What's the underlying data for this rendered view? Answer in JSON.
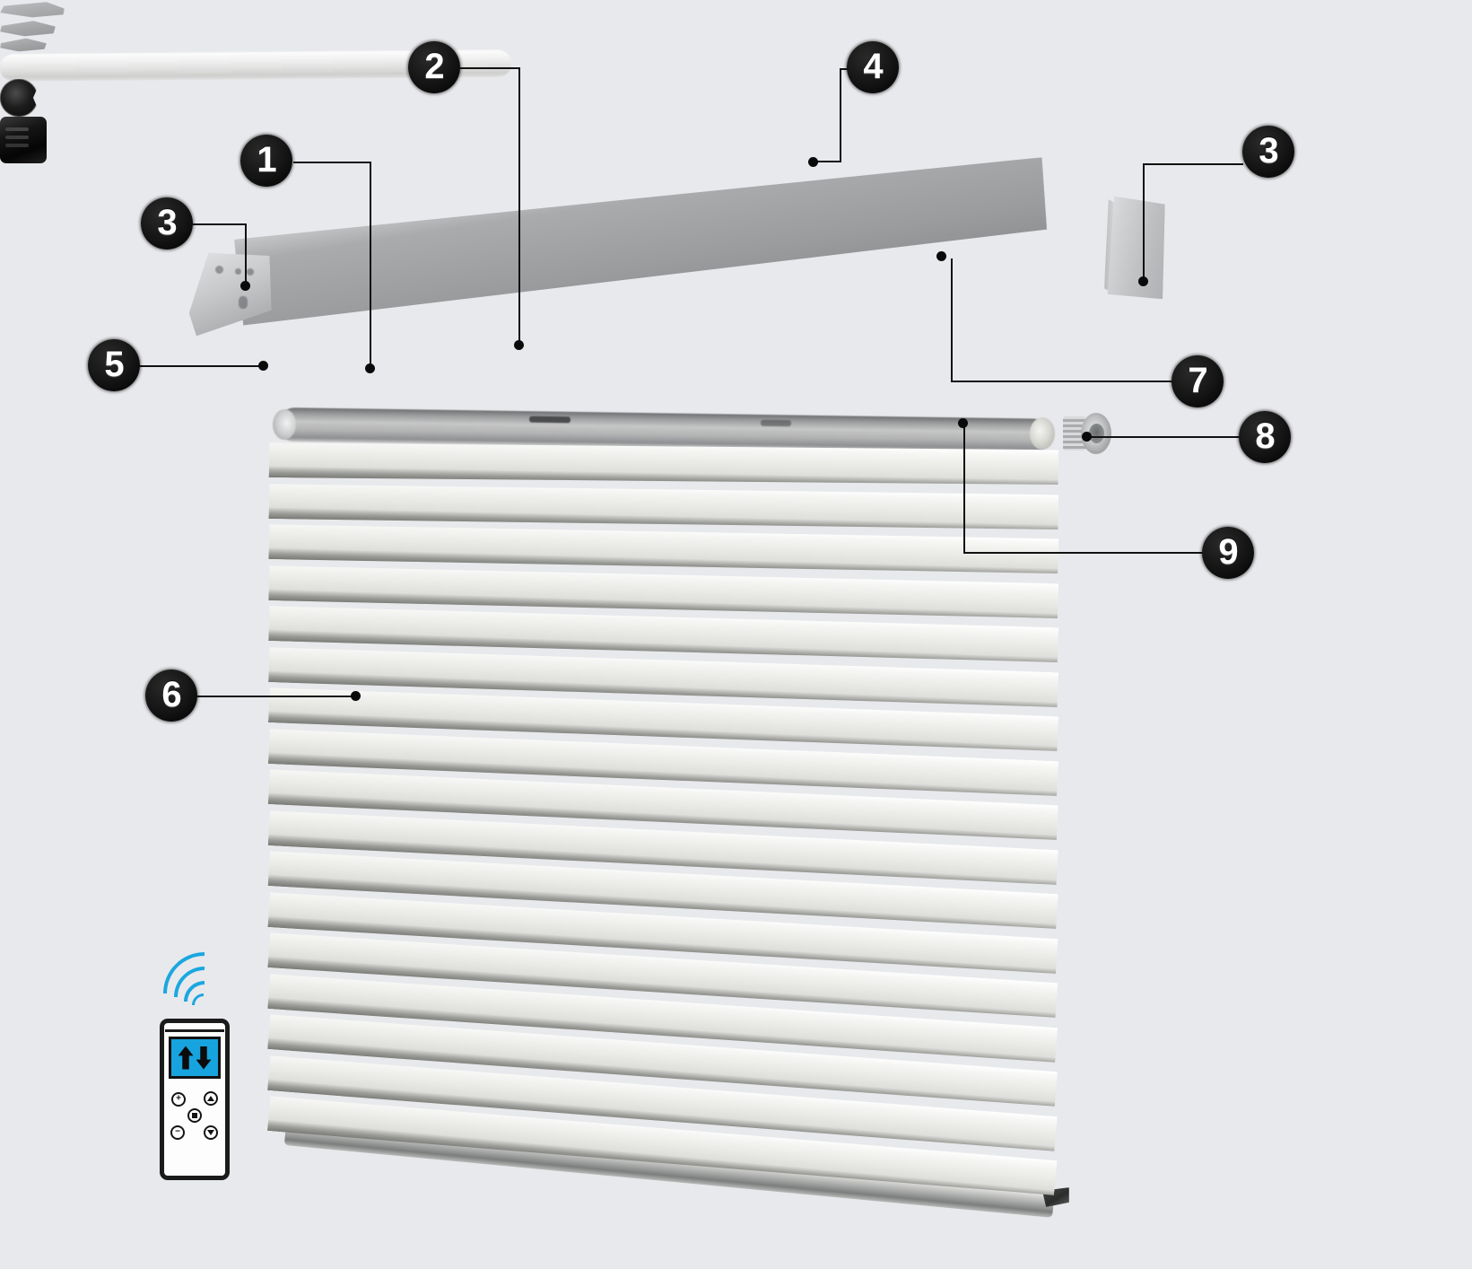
{
  "diagram": {
    "title": "Motorised pleated blind exploded parts diagram",
    "background_color": "#e8e9ec",
    "accent_color": "#17a3dd",
    "marker_color": "#000000"
  },
  "callouts": [
    {
      "id": "callout-1",
      "label": "1",
      "target": "roller-tube"
    },
    {
      "id": "callout-2",
      "label": "2",
      "target": "motor-clip"
    },
    {
      "id": "callout-3-left",
      "label": "3",
      "target": "headrail-endcap-left"
    },
    {
      "id": "callout-3-right",
      "label": "3",
      "target": "headrail-cap-right"
    },
    {
      "id": "callout-4",
      "label": "4",
      "target": "mounting-bracket"
    },
    {
      "id": "callout-5",
      "label": "5",
      "target": "tube-endcap-left"
    },
    {
      "id": "callout-6",
      "label": "6",
      "target": "pleated-fabric"
    },
    {
      "id": "callout-7",
      "label": "7",
      "target": "headrail-body"
    },
    {
      "id": "callout-8",
      "label": "8",
      "target": "end-wheel"
    },
    {
      "id": "callout-9",
      "label": "9",
      "target": "blind-top-rail"
    }
  ],
  "remote": {
    "name": "wireless-remote-control",
    "screen_color": "#17a3dd",
    "screen_icons": [
      "arrow-up",
      "arrow-down"
    ],
    "buttons": [
      {
        "id": "rb-plus",
        "glyph": "+",
        "name": "plus-button"
      },
      {
        "id": "rb-up",
        "glyph": "▲",
        "name": "up-button"
      },
      {
        "id": "rb-stop",
        "glyph": "■",
        "name": "stop-button"
      },
      {
        "id": "rb-minus",
        "glyph": "−",
        "name": "minus-button"
      },
      {
        "id": "rb-down",
        "glyph": "▼",
        "name": "down-button"
      }
    ],
    "signal_waves": 4
  },
  "blind": {
    "pleat_count": 17,
    "fabric_color": "#efefec",
    "rail_color": "#9c9e9f"
  }
}
